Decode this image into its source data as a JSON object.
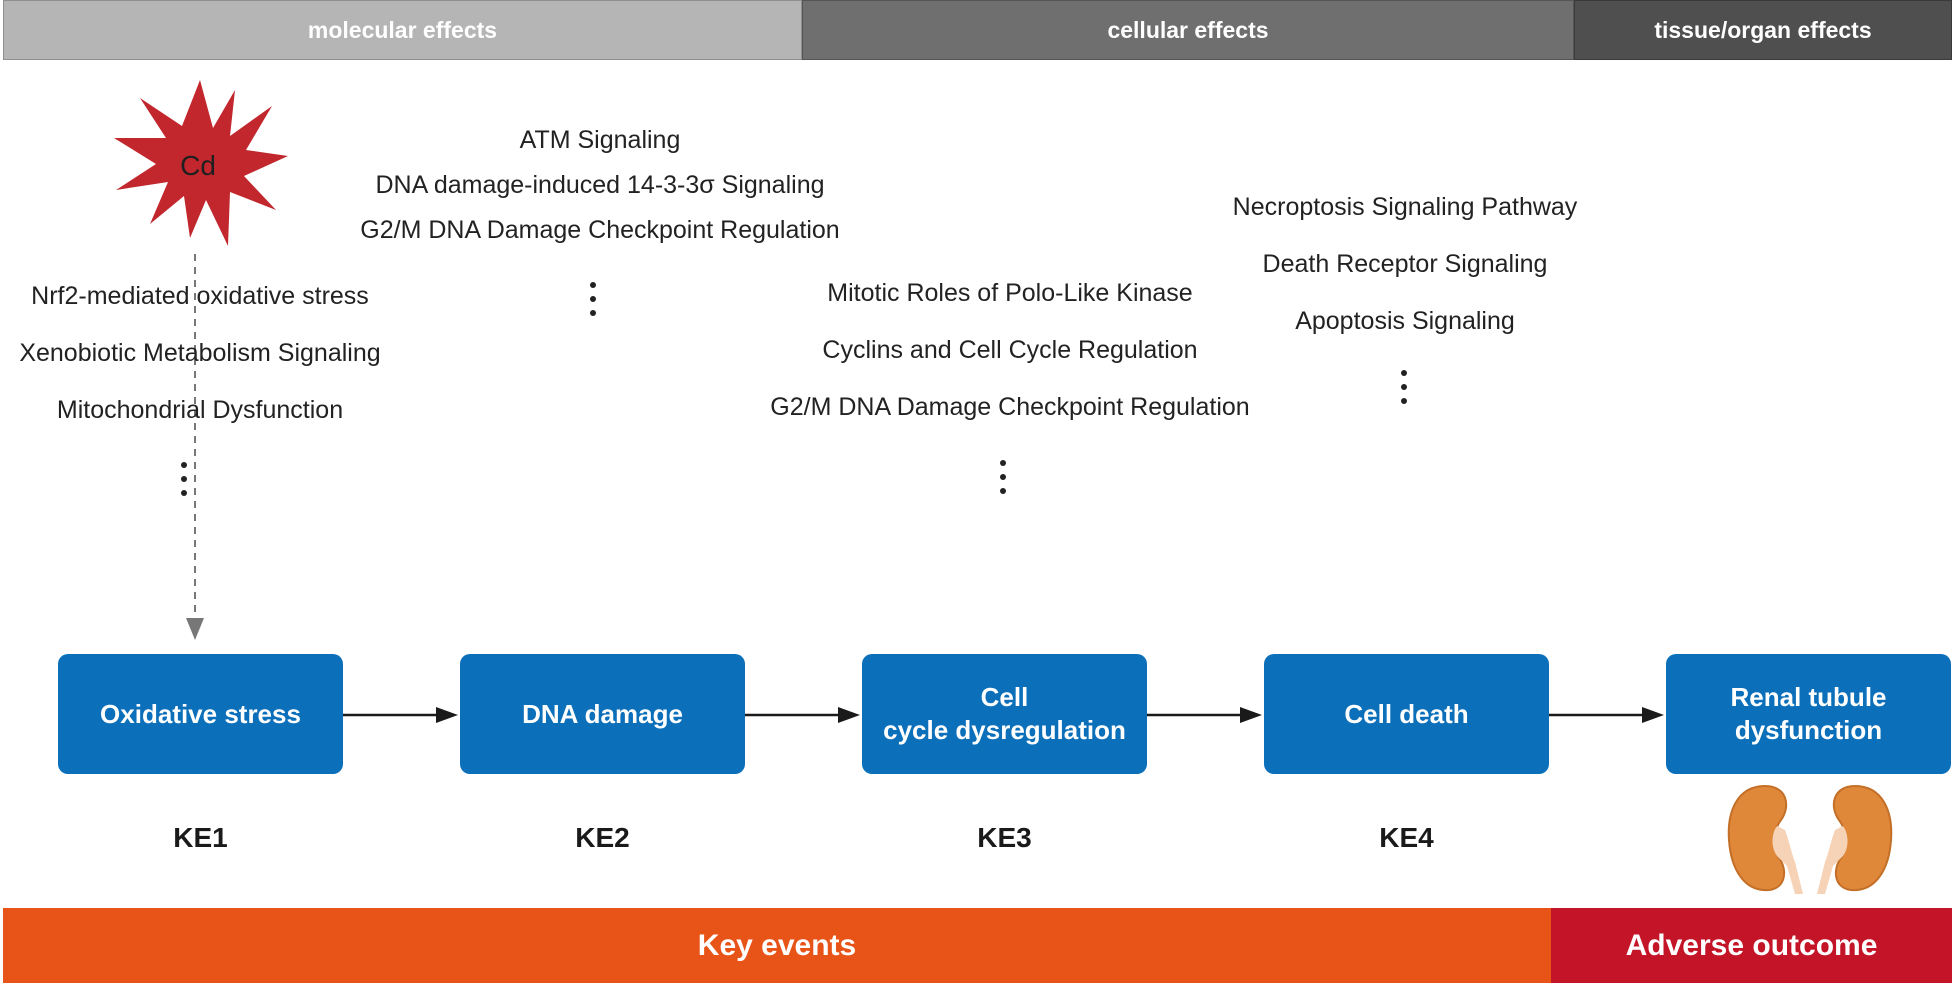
{
  "header": {
    "molecular": "molecular effects",
    "cellular": "cellular effects",
    "tissue": "tissue/organ effects"
  },
  "stressor": {
    "label": "Cd",
    "color": "#c1272d"
  },
  "pathways": {
    "ke1": [
      "Nrf2-mediated oxidative stress",
      "Xenobiotic Metabolism Signaling",
      "Mitochondrial Dysfunction"
    ],
    "ke2": [
      "ATM Signaling",
      "DNA damage-induced 14-3-3σ Signaling",
      "G2/M DNA Damage Checkpoint Regulation"
    ],
    "ke3": [
      "Mitotic Roles of Polo-Like Kinase",
      "Cyclins and Cell Cycle Regulation",
      "G2/M DNA Damage Checkpoint Regulation"
    ],
    "ke4": [
      "Necroptosis Signaling Pathway",
      "Death Receptor Signaling",
      "Apoptosis Signaling"
    ]
  },
  "events": [
    {
      "label": "Oxidative stress",
      "tag": "KE1"
    },
    {
      "label": "DNA damage",
      "tag": "KE2"
    },
    {
      "label": "Cell\ncycle dysregulation",
      "tag": "KE3"
    },
    {
      "label": "Cell death",
      "tag": "KE4"
    },
    {
      "label": "Renal tubule\ndysfunction",
      "tag": ""
    }
  ],
  "footer": {
    "key_events": "Key events",
    "adverse_outcome": "Adverse outcome"
  },
  "colors": {
    "event_box": "#0b6fba",
    "key_events_bar": "#e85418",
    "adverse_bar": "#c41427",
    "kidney": "#e0883a"
  },
  "icons": [
    "starburst-icon",
    "kidney-icon"
  ]
}
